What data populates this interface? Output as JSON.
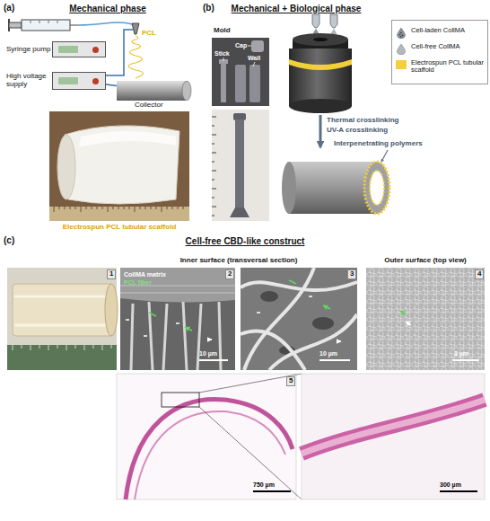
{
  "diagram": {
    "nodes": [
      {
        "text": [
          "Syringe pump"
        ]
      },
      {
        "text": [
          "High voltage supply"
        ]
      },
      {
        "text": [
          "Collector"
        ]
      }
    ],
    "edges": [
      {
        "from": 1,
        "to": 2,
        "arrow": "none"
      }
    ],
    "labels": [
      "(a)",
      "Mechanical phase",
      "PCL",
      "Electrospun PCL tubular scaffold",
      "(b)",
      "Mechanical + Biological phase",
      "Mold",
      "Cap",
      "Stick",
      "Wall",
      "Thermal crosslinking",
      "UV-A crosslinking",
      "Interpenetrating polymers",
      "(c)",
      "Cell-free CBD-like construct",
      "Inner surface (transversal section)",
      "Outer surface (top view)",
      "1",
      "2",
      "3",
      "4",
      "5",
      "CollMA matrix",
      "PCL fiber",
      "10 µm",
      "10 µm",
      "3 µm",
      "750 µm",
      "300 µm"
    ],
    "legend": [
      {
        "text": "Cell-laden CollMA"
      },
      {
        "text": "Cell-free CollMA"
      },
      {
        "text": "Electrospun PCL tubular scaffold",
        "color": "#f2cf3b"
      }
    ]
  }
}
